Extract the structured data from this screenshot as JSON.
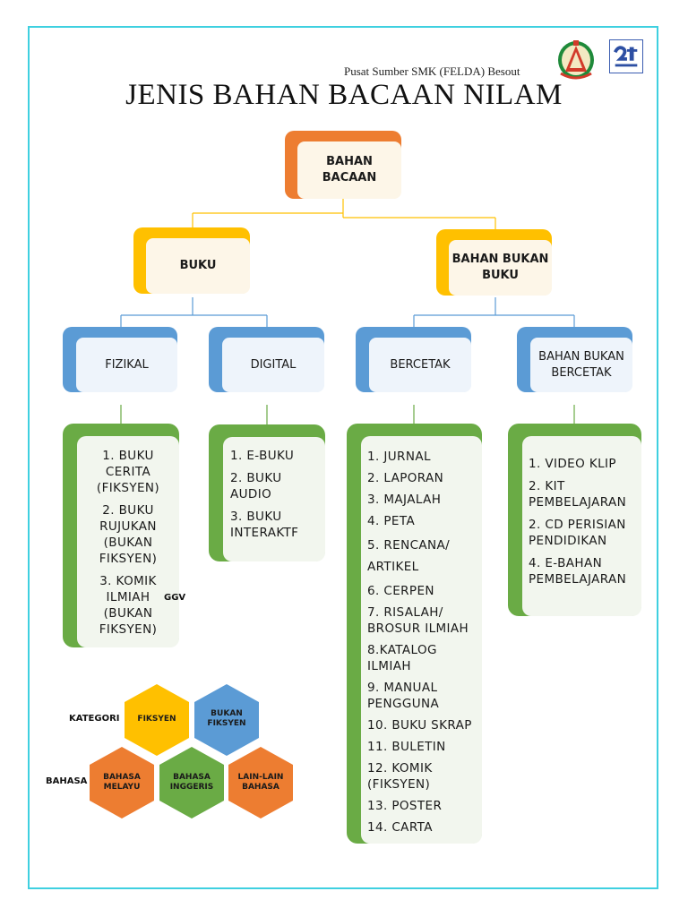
{
  "header": {
    "subtitle": "Pusat Sumber SMK (FELDA) Besout",
    "title": "JENIS BAHAN BACAAN NILAM"
  },
  "logos": {
    "left": "school-crest-icon",
    "right": "library-logo-icon"
  },
  "colors": {
    "frame": "#3fd0e0",
    "orange": "#ed7d31",
    "yellow": "#ffc000",
    "blue": "#5b9bd5",
    "green": "#6aab45",
    "node_bg": "#fdf6e8",
    "list_bg": "#f2f6ee"
  },
  "nodes": {
    "root": "BAHAN BACAAN",
    "buku": "BUKU",
    "bukan_buku": "BAHAN BUKAN BUKU",
    "fizikal": "FIZIKAL",
    "digital": "DIGITAL",
    "bercetak": "BERCETAK",
    "bukan_bercetak": "BAHAN BUKAN BERCETAK"
  },
  "lists": {
    "fizikal": [
      "1. BUKU CERITA (FIKSYEN)",
      "2. BUKU RUJUKAN (BUKAN FIKSYEN)",
      "3. KOMIK ILMIAH (BUKAN FIKSYEN)"
    ],
    "digital": [
      "1. E-BUKU",
      "2. BUKU AUDIO",
      "3. BUKU INTERAKTF"
    ],
    "bercetak": [
      "1. JURNAL",
      "2. LAPORAN",
      "3. MAJALAH",
      "4. PETA",
      "5. RENCANA/ ARTIKEL",
      "6. CERPEN",
      "7. RISALAH/ BROSUR ILMIAH",
      "8.KATALOG ILMIAH",
      "9. MANUAL PENGGUNA",
      "10. BUKU SKRAP",
      "11. BULETIN",
      "12. KOMIK (FIKSYEN)",
      "13. POSTER",
      "14. CARTA"
    ],
    "bukan_bercetak": [
      "1. VIDEO KLIP",
      "2. KIT PEMBELAJARAN",
      "2. CD PERISIAN PENDIDIKAN",
      "4. E-BAHAN PEMBELAJARAN"
    ]
  },
  "ggv": "GGV",
  "legend": {
    "kategori_label": "KATEGORI",
    "bahasa_label": "BAHASA",
    "kategori": [
      "FIKSYEN",
      "BUKAN FIKSYEN"
    ],
    "bahasa": [
      "BAHASA MELAYU",
      "BAHASA INGGERIS",
      "LAIN-LAIN BAHASA"
    ]
  }
}
